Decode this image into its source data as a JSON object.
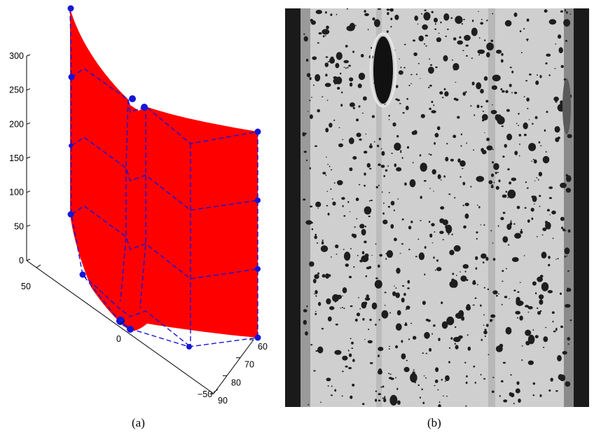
{
  "panels": {
    "a": {
      "caption": "(a)",
      "surface_color": "#ff0000",
      "overlay_color": "#1515d6",
      "z_ticks": [
        "0",
        "50",
        "100",
        "150",
        "200",
        "250",
        "300"
      ],
      "y_ticks": [
        "50",
        "0",
        "−50"
      ],
      "x_ticks": [
        "60",
        "70",
        "80",
        "90"
      ]
    },
    "b": {
      "caption": "(b)",
      "photo_background": "#1a1a1a",
      "speckle_light": "#d8d8d8",
      "speckle_dark": "#1e1e1e"
    }
  }
}
